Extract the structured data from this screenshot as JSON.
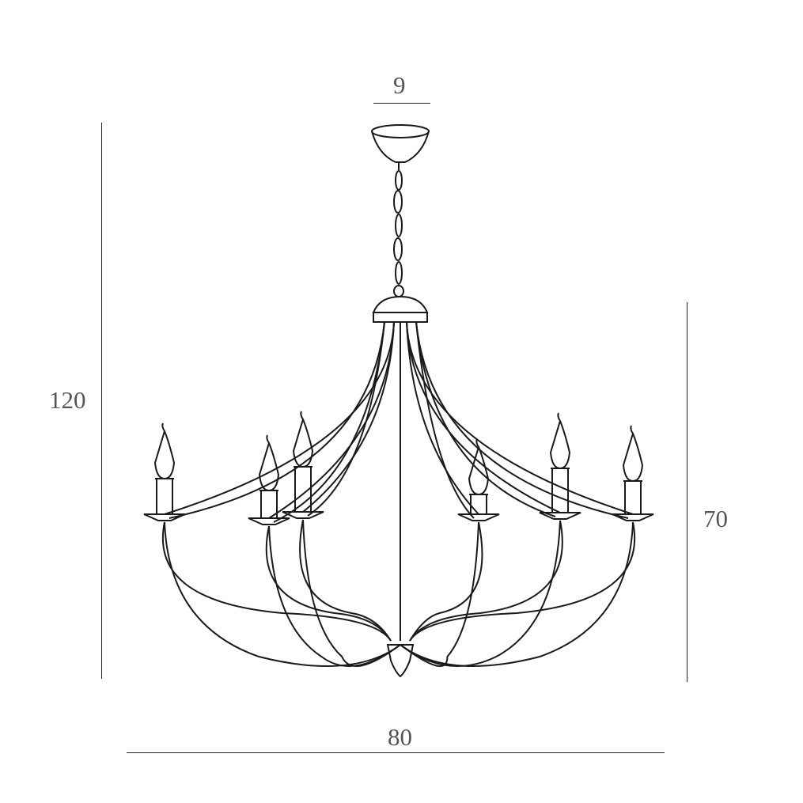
{
  "dimensions": {
    "top_width": "9",
    "total_height": "120",
    "body_height": "70",
    "total_width": "80"
  },
  "colors": {
    "line": "#1a1a1a",
    "label": "#555555"
  }
}
